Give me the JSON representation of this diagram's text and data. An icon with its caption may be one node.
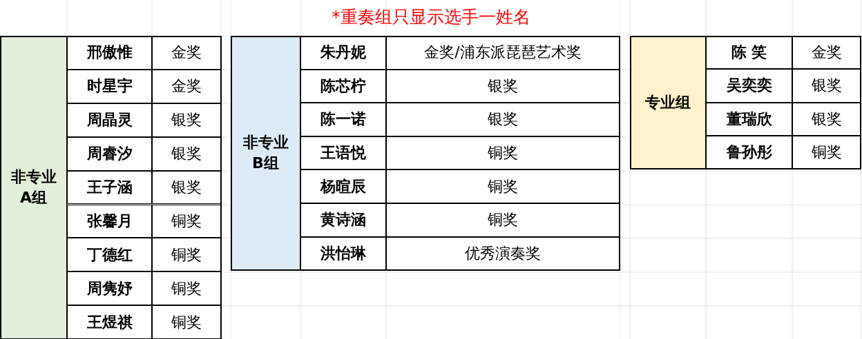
{
  "diagram": {
    "title": "*重奏组只显示选手一姓名",
    "labels": [
      "非专业A组",
      "邢傲惟",
      "金奖",
      "时星宇",
      "金奖",
      "周晶灵",
      "银奖",
      "周睿汐",
      "银奖",
      "王子涵",
      "银奖",
      "张馨月",
      "铜奖",
      "丁德红",
      "铜奖",
      "周隽妤",
      "铜奖",
      "王煜祺",
      "铜奖",
      "非专业B组",
      "朱丹妮",
      "金奖/浦东派琵琶艺术奖",
      "陈芯柠",
      "银奖",
      "陈一诺",
      "银奖",
      "王语悦",
      "铜奖",
      "杨暄辰",
      "铜奖",
      "黄诗涵",
      "铜奖",
      "洪怡琳",
      "优秀演奏奖",
      "专业组",
      "陈 笑",
      "金奖",
      "吴奕奕",
      "银奖",
      "董瑞欣",
      "银奖",
      "鲁孙彤",
      "铜奖"
    ]
  }
}
